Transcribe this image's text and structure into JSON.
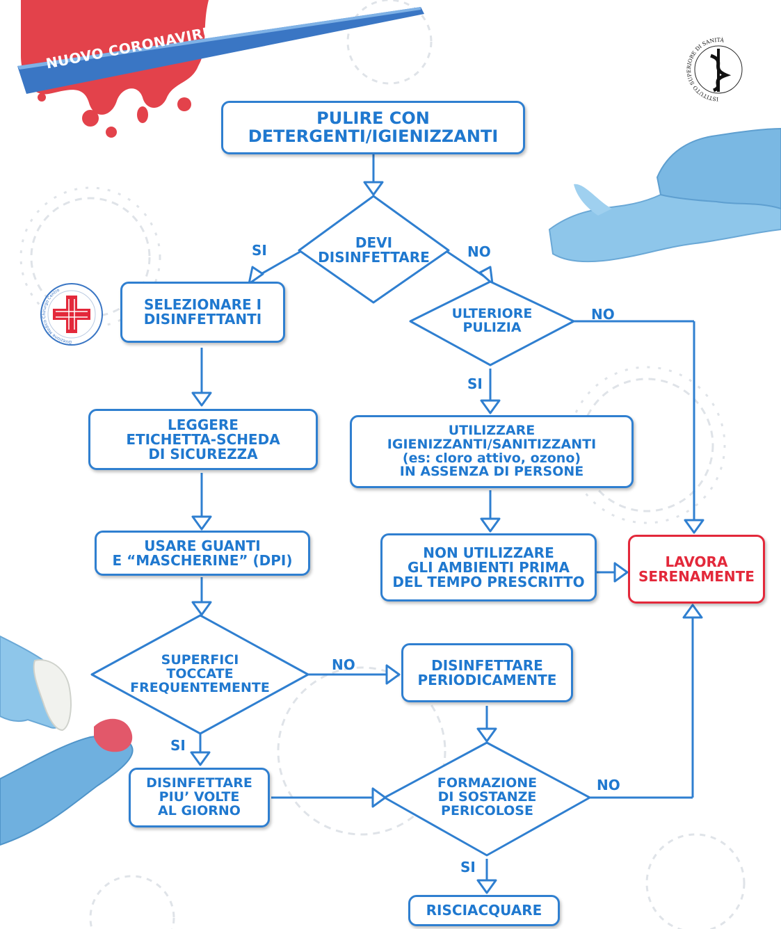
{
  "banner": {
    "text": "NUOVO CORONAVIRUS"
  },
  "logo": {
    "text": "ISTITUTO SUPERIORE DI SANITÀ"
  },
  "cross_logo": {
    "text": "Direzione Medico Chirurgo Centro"
  },
  "colors": {
    "blue": "#2f7fd0",
    "text_blue": "#1f78cf",
    "red": "#e3283a",
    "glove": "#8ec6ea"
  },
  "flow": {
    "pulire": "PULIRE CON\nDETERGENTI/IGIENIZZANTI",
    "devi": "DEVI\nDISINFETTARE",
    "selezionare": "SELEZIONARE I\nDISINFETTANTI",
    "ulteriore": "ULTERIORE\nPULIZIA",
    "leggere": "LEGGERE\nETICHETTA-SCHEDA\nDI SICUREZZA",
    "utilizzare": "UTILIZZARE\nIGIENIZZANTI/SANITIZZANTI\n(es: cloro attivo, ozono)\nIN ASSENZA DI PERSONE",
    "usare": "USARE GUANTI\nE “MASCHERINE” (DPI)",
    "non_utilizzare": "NON UTILIZZARE\nGLI AMBIENTI PRIMA\nDEL TEMPO PRESCRITTO",
    "lavora": "LAVORA\nSERENAMENTE",
    "superfici": "SUPERFICI\nTOCCATE\nFREQUENTEMENTE",
    "disinfettare_periodicamente": "DISINFETTARE\nPERIODICAMENTE",
    "disinfettare_piu_volte": "DISINFETTARE\nPIU’ VOLTE\nAL GIORNO",
    "formazione": "FORMAZIONE\nDI SOSTANZE\nPERICOLOSE",
    "risciacquare": "RISCIACQUARE"
  },
  "labels": {
    "si": "SI",
    "no": "NO"
  }
}
